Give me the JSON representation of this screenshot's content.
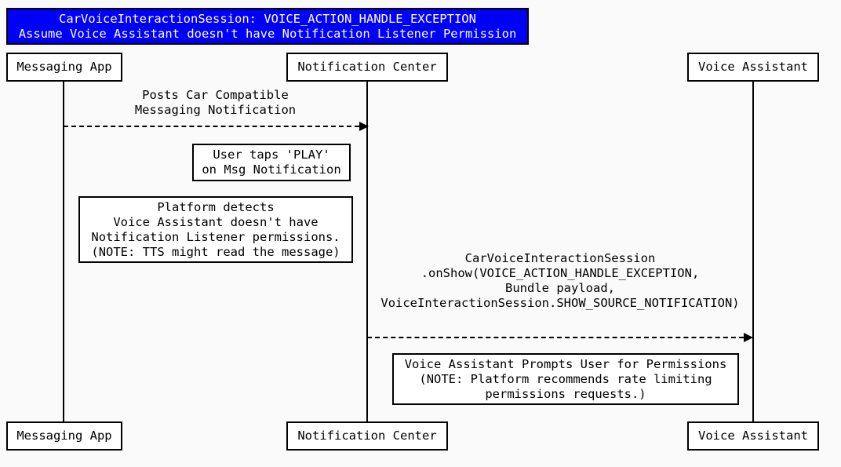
{
  "title": {
    "line1": "CarVoiceInteractionSession: VOICE_ACTION_HANDLE_EXCEPTION",
    "line2": "Assume Voice Assistant doesn't have Notification Listener Permission"
  },
  "actors": [
    {
      "label": "Messaging App"
    },
    {
      "label": "Notification Center"
    },
    {
      "label": "Voice Assistant"
    }
  ],
  "messages": [
    {
      "from": "Messaging App",
      "to": "Notification Center",
      "style": "dashed-arrow",
      "lines": [
        "Posts Car Compatible",
        "Messaging Notification"
      ]
    },
    {
      "from": "Notification Center",
      "to": "Voice Assistant",
      "style": "dashed-arrow",
      "lines": [
        "CarVoiceInteractionSession",
        ".onShow(VOICE_ACTION_HANDLE_EXCEPTION,",
        "Bundle payload,",
        "VoiceInteractionSession.SHOW_SOURCE_NOTIFICATION)"
      ]
    }
  ],
  "notes": [
    {
      "lines": [
        "User taps 'PLAY'",
        "on Msg Notification"
      ]
    },
    {
      "lines": [
        "Platform detects",
        "Voice Assistant doesn't have",
        "Notification Listener permissions.",
        "(NOTE: TTS might read the message)"
      ]
    },
    {
      "lines": [
        "Voice Assistant Prompts User for Permissions",
        "(NOTE: Platform recommends rate limiting",
        "permissions requests.)"
      ]
    }
  ],
  "colors": {
    "title_bg": "#0000fa",
    "title_text": "#ffffff",
    "line": "#000000",
    "note_bg": "#ffffff",
    "page_bg": "#fafafa"
  }
}
